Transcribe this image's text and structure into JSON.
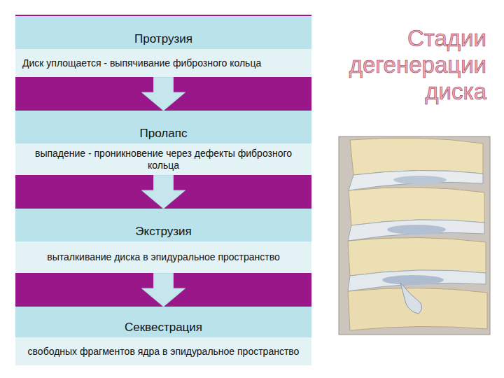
{
  "diagram": {
    "title": "Стадии дегенерации диска",
    "nodes": [
      {
        "text": [
          "Протрузия",
          "Диск уплощается - выпячивание фиброзного кольца"
        ]
      },
      {
        "text": [
          "Пролапс",
          "выпадение - проникновение через дефекты фиброзного кольца"
        ]
      },
      {
        "text": [
          "Экструзия",
          "выталкивание диска в эпидуральное пространство"
        ]
      },
      {
        "text": [
          "Секвестрация",
          "свободных фрагментов ядра в эпидуральное пространство"
        ]
      }
    ],
    "edges": [
      {
        "from": 0,
        "to": 1,
        "arrow": "to"
      },
      {
        "from": 1,
        "to": 2,
        "arrow": "to"
      },
      {
        "from": 2,
        "to": 3,
        "arrow": "to"
      }
    ]
  }
}
